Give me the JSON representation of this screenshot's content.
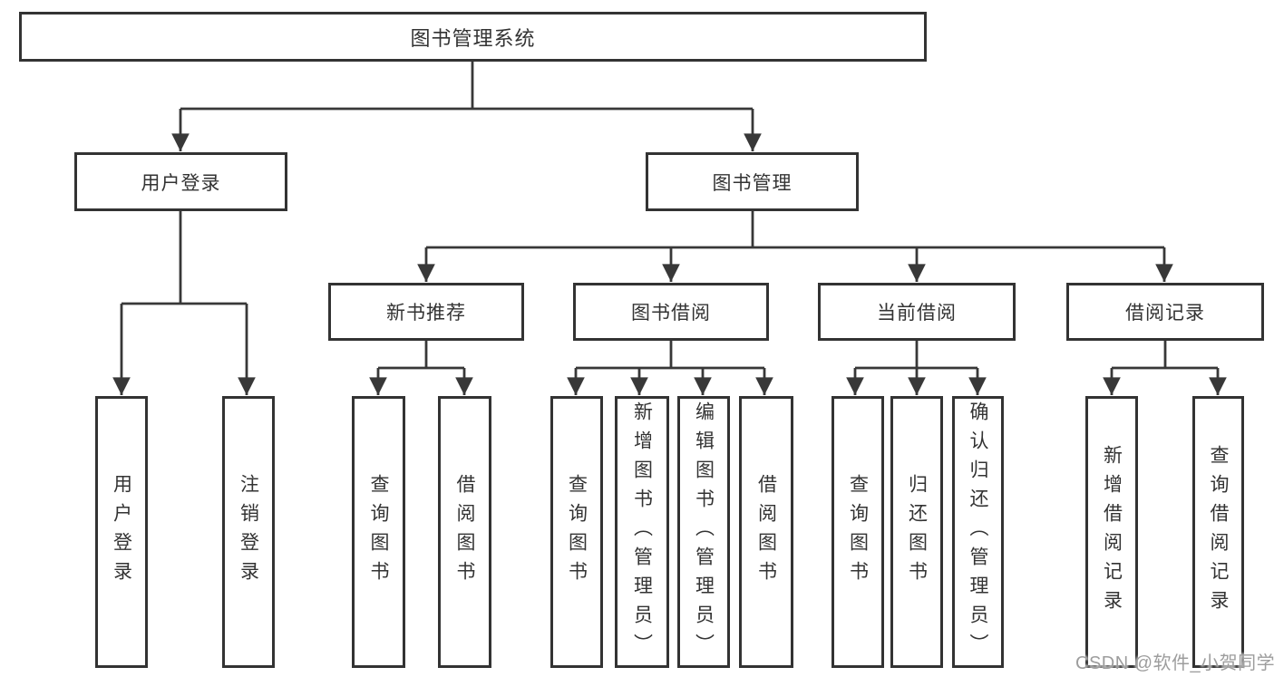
{
  "diagram": {
    "root": {
      "label": "图书管理系统"
    },
    "branches": [
      {
        "label": "用户登录",
        "children": [
          {
            "label": "用户登录"
          },
          {
            "label": "注销登录"
          }
        ]
      },
      {
        "label": "图书管理",
        "children": [
          {
            "label": "新书推荐",
            "children": [
              {
                "label": "查询图书"
              },
              {
                "label": "借阅图书"
              }
            ]
          },
          {
            "label": "图书借阅",
            "children": [
              {
                "label": "查询图书"
              },
              {
                "label": "新增图书（管理员）"
              },
              {
                "label": "编辑图书（管理员）"
              },
              {
                "label": "借阅图书"
              }
            ]
          },
          {
            "label": "当前借阅",
            "children": [
              {
                "label": "查询图书"
              },
              {
                "label": "归还图书"
              },
              {
                "label": "确认归还（管理员）"
              }
            ]
          },
          {
            "label": "借阅记录",
            "children": [
              {
                "label": "新增借阅记录"
              },
              {
                "label": "查询借阅记录"
              }
            ]
          }
        ]
      }
    ],
    "watermark": {
      "text": "CSDN @软件_小贺同学"
    }
  },
  "colors": {
    "line": "#383838",
    "box_border": "#333333",
    "text": "#333333",
    "watermark": "#9d9d9d",
    "background": "#ffffff"
  }
}
